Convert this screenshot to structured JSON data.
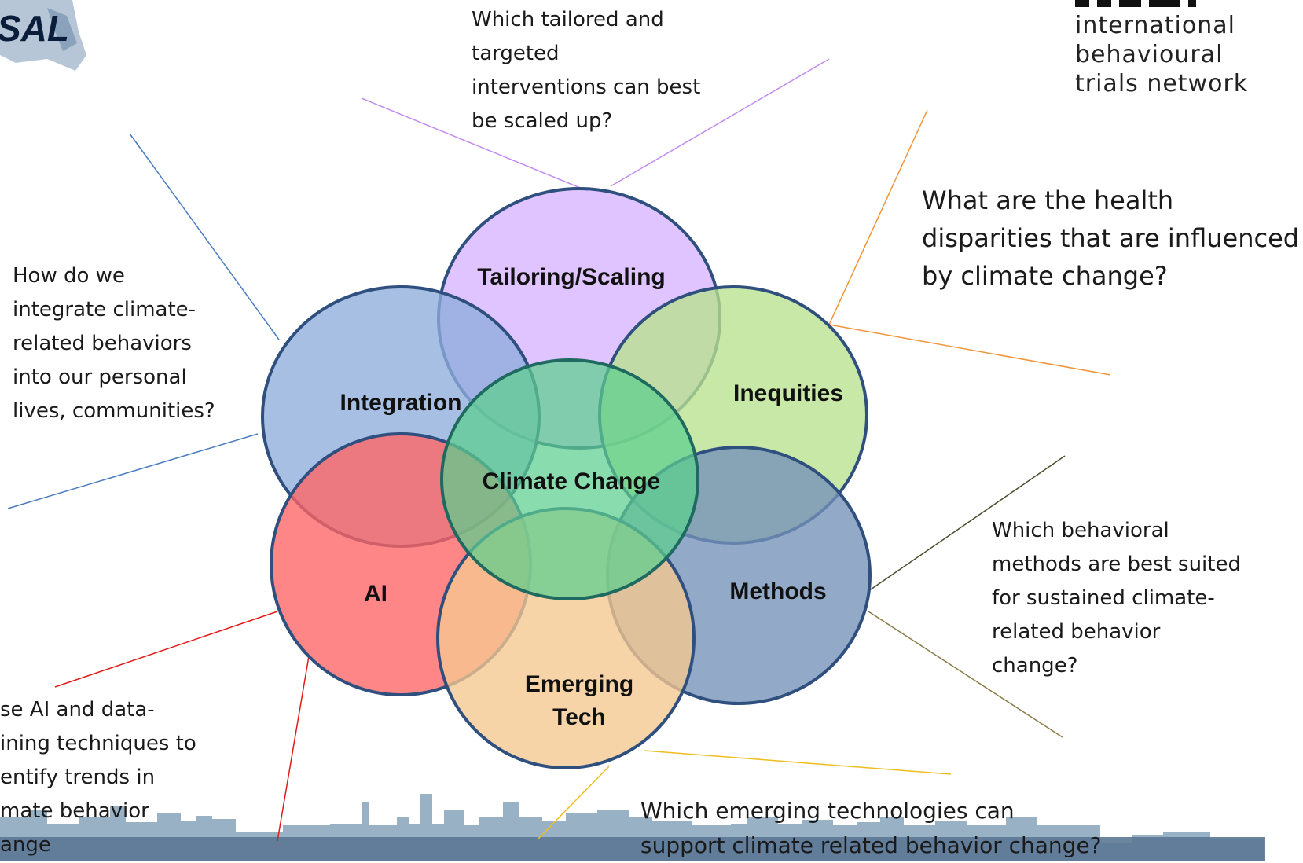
{
  "logo_left": {
    "text": "SAL"
  },
  "logo_right": {
    "text": "international\nbehavioural\ntrials network"
  },
  "diagram": {
    "center": "Climate Change",
    "petals": [
      {
        "label": "Tailoring/Scaling",
        "color": "#d7b4ff"
      },
      {
        "label": "Integration",
        "color": "#8eaddb"
      },
      {
        "label": "Inequities",
        "color": "#b9e28e"
      },
      {
        "label": "AI",
        "color": "#ff6464"
      },
      {
        "label": "Methods",
        "color": "#7391b8"
      },
      {
        "label": "Emerging",
        "label2": "Tech",
        "color": "#f5c890"
      }
    ],
    "center_color": "#5ccf8e",
    "outline_color": "#2f4f7f"
  },
  "questions": {
    "tailoring": "Which tailored and\ntargeted\ninterventions can best\nbe scaled up?",
    "integration": "How do we\nintegrate climate-\nrelated behaviors\ninto our personal\nlives, communities?",
    "inequities": "What are the health\ndisparities that are influenced\nby climate change?",
    "methods": "Which behavioral\nmethods are best suited\nfor sustained climate-\nrelated behavior\nchange?",
    "ai": "se AI and data-\nining techniques to\nentify trends in\nmate behavior\nange",
    "emerging": "Which emerging technologies can\nsupport climate related behavior change?"
  }
}
